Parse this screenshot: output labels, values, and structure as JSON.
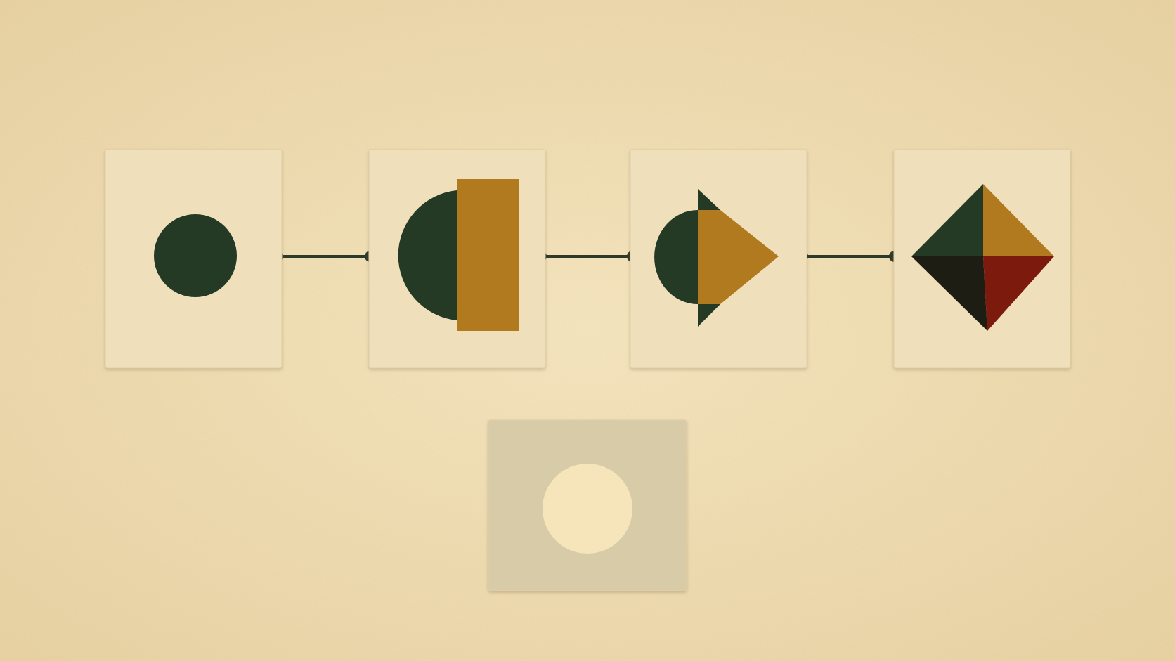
{
  "colors": {
    "background": "#f6e6bf",
    "background_edge": "#e9d3a4",
    "card": "#efdfbb",
    "card_edge": "#e2cfa6",
    "slot_card": "#d8cba8",
    "slot_hole": "#f6e4bb",
    "dark_green": "#243a24",
    "ochre": "#b17a1f",
    "near_black": "#1e1d14",
    "dark_red": "#7c1a0e",
    "connector": "#2d3a29"
  },
  "sequence": [
    {
      "name": "card-circle",
      "shapes": [
        "circle"
      ]
    },
    {
      "name": "card-semicircle-rectangle",
      "shapes": [
        "half-circle",
        "rectangle"
      ]
    },
    {
      "name": "card-semicircle-triangle",
      "shapes": [
        "half-circle",
        "triangle"
      ]
    },
    {
      "name": "card-diamond",
      "shapes": [
        "diamond-quadrants"
      ]
    }
  ],
  "answer_slot": {
    "name": "empty-answer-card",
    "shape": "circle-cutout"
  }
}
